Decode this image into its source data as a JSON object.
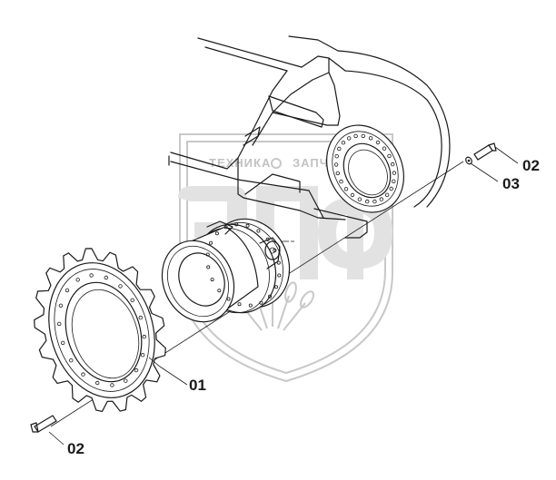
{
  "watermark": {
    "line1": "ТЕХНИКА",
    "line2": "ЗАПЧАСТИ",
    "logo": "ЗПФ"
  },
  "callouts": [
    {
      "id": "sprocket",
      "text": "01"
    },
    {
      "id": "bolt-top",
      "text": "02"
    },
    {
      "id": "washer",
      "text": "03"
    },
    {
      "id": "bolt-bottom",
      "text": "02"
    }
  ]
}
